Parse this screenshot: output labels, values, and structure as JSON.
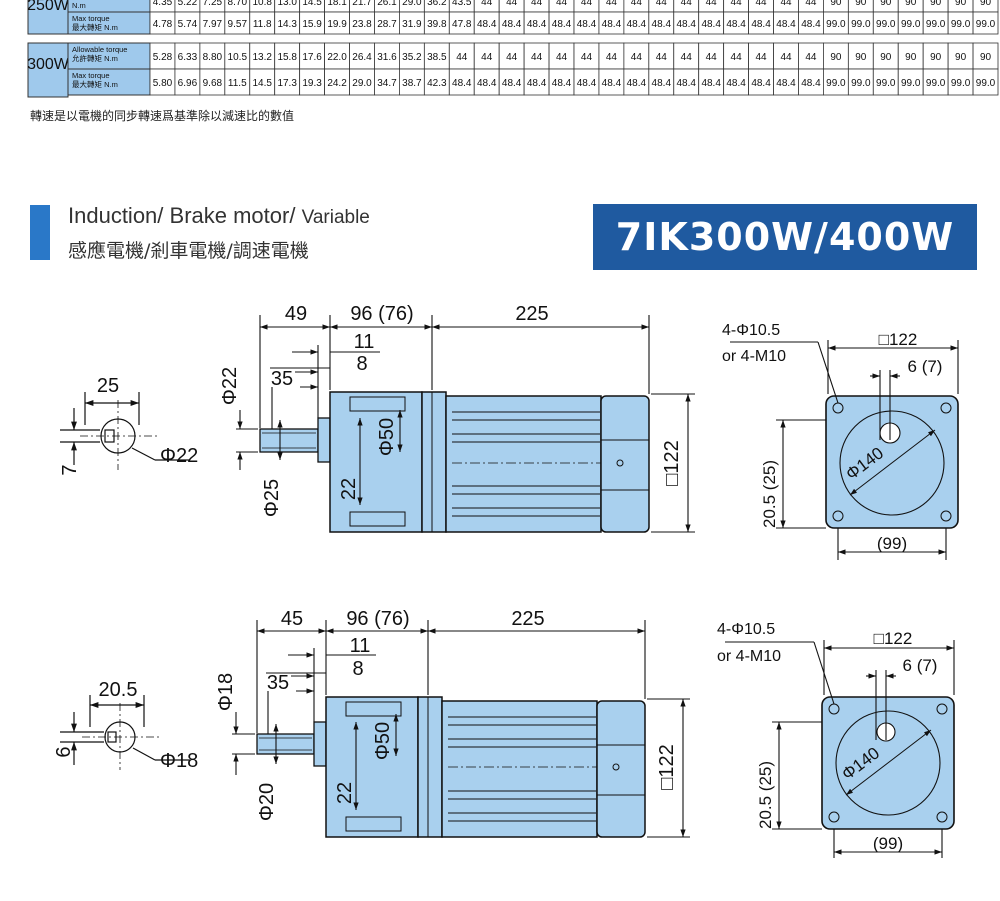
{
  "spec_table": {
    "columns": 34,
    "groups": [
      {
        "label": "250W",
        "rows": [
          {
            "label": "允許轉矩 N.m",
            "values": [
              "4.35",
              "5.22",
              "7.25",
              "8.70",
              "10.8",
              "13.0",
              "14.5",
              "18.1",
              "21.7",
              "26.1",
              "29.0",
              "36.2",
              "43.5",
              "44",
              "44",
              "44",
              "44",
              "44",
              "44",
              "44",
              "44",
              "44",
              "44",
              "44",
              "44",
              "44",
              "44",
              "90",
              "90",
              "90",
              "90",
              "90",
              "90",
              "90"
            ]
          },
          {
            "label": "Max torque 最大轉矩 N.m",
            "values": [
              "4.78",
              "5.74",
              "7.97",
              "9.57",
              "11.8",
              "14.3",
              "15.9",
              "19.9",
              "23.8",
              "28.7",
              "31.9",
              "39.8",
              "47.8",
              "48.4",
              "48.4",
              "48.4",
              "48.4",
              "48.4",
              "48.4",
              "48.4",
              "48.4",
              "48.4",
              "48.4",
              "48.4",
              "48.4",
              "48.4",
              "48.4",
              "99.0",
              "99.0",
              "99.0",
              "99.0",
              "99.0",
              "99.0",
              "99.0"
            ]
          }
        ]
      },
      {
        "label": "300W",
        "rows": [
          {
            "label": "Allowable torque 允許轉矩 N.m",
            "values": [
              "5.28",
              "6.33",
              "8.80",
              "10.5",
              "13.2",
              "15.8",
              "17.6",
              "22.0",
              "26.4",
              "31.6",
              "35.2",
              "38.5",
              "44",
              "44",
              "44",
              "44",
              "44",
              "44",
              "44",
              "44",
              "44",
              "44",
              "44",
              "44",
              "44",
              "44",
              "44",
              "90",
              "90",
              "90",
              "90",
              "90",
              "90",
              "90"
            ]
          },
          {
            "label": "Max torque 最大轉矩 N.m",
            "values": [
              "5.80",
              "6.96",
              "9.68",
              "11.5",
              "14.5",
              "17.3",
              "19.3",
              "24.2",
              "29.0",
              "34.7",
              "38.7",
              "42.3",
              "48.4",
              "48.4",
              "48.4",
              "48.4",
              "48.4",
              "48.4",
              "48.4",
              "48.4",
              "48.4",
              "48.4",
              "48.4",
              "48.4",
              "48.4",
              "48.4",
              "48.4",
              "99.0",
              "99.0",
              "99.0",
              "99.0",
              "99.0",
              "99.0",
              "99.0"
            ]
          }
        ]
      }
    ]
  },
  "note": "轉速是以電機的同步轉速爲基準除以減速比的數值",
  "header": {
    "title_en_1": "Induction/ Brake motor/",
    "title_en_2": "Variable",
    "title_cn": "感應電機/剎車電機/調速電機",
    "model": "7IK300W/400W"
  },
  "colors": {
    "motor_body": "#a9d0ee",
    "model_box": "#1f5aa0",
    "accent_bar": "#2a78c8",
    "table_blue": "#9fc9ec"
  },
  "drawings": [
    {
      "side": {
        "d_flange": "49",
        "d_gear": "96 (76)",
        "d_motor": "225",
        "d_11": "11",
        "d_8": "8",
        "d_35": "35",
        "d_shaft": "Φ22",
        "d_boss": "Φ25",
        "d_pilot": "Φ50",
        "d_22": "22",
        "d_square": "□122"
      },
      "shaft_end": {
        "width": "25",
        "key": "7",
        "dia": "Φ22"
      },
      "front": {
        "holes": "4-Φ10.5",
        "holes_alt": "or  4-M10",
        "square": "□122",
        "offset": "6 (7)",
        "height": "20.5 (25)",
        "pcd": "Φ140",
        "bottom": "(99)"
      }
    },
    {
      "side": {
        "d_flange": "45",
        "d_gear": "96 (76)",
        "d_motor": "225",
        "d_11": "11",
        "d_8": "8",
        "d_35": "35",
        "d_shaft": "Φ18",
        "d_boss": "Φ20",
        "d_pilot": "Φ50",
        "d_22": "22",
        "d_square": "□122"
      },
      "shaft_end": {
        "width": "20.5",
        "key": "6",
        "dia": "Φ18"
      },
      "front": {
        "holes": "4-Φ10.5",
        "holes_alt": "or  4-M10",
        "square": "□122",
        "offset": "6 (7)",
        "height": "20.5 (25)",
        "pcd": "Φ140",
        "bottom": "(99)"
      }
    }
  ]
}
